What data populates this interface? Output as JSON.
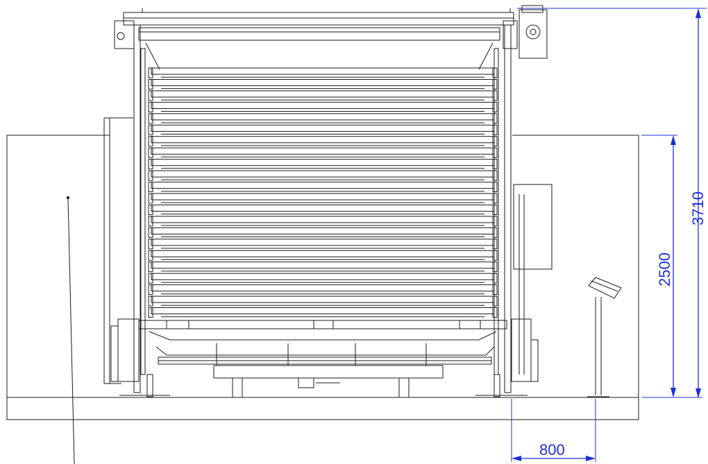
{
  "drawing": {
    "line_color": "#1a1a1a",
    "dimension_color": "#1f2fd6",
    "background": "#ffffff"
  },
  "dimensions": {
    "total_height": "3710",
    "cabinet_height": "2500",
    "panel_offset": "800"
  },
  "rack": {
    "tray_count": 22
  }
}
